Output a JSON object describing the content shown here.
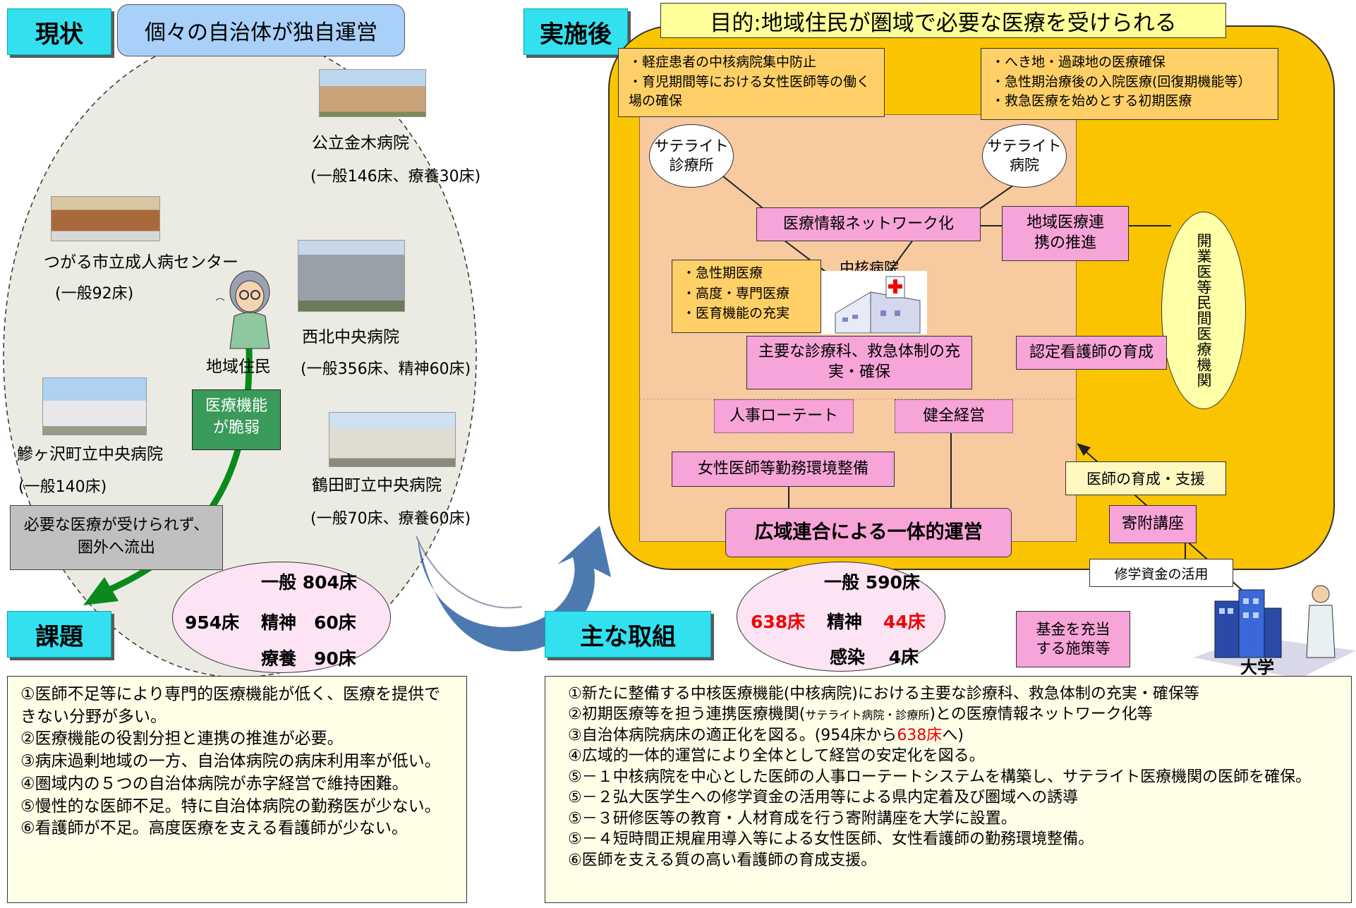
{
  "left": {
    "current_tag": "現状",
    "current_title": "個々の自治体が独自運営",
    "hospitals": [
      {
        "name": "公立金木病院",
        "beds": "(一般146床、療養30床)"
      },
      {
        "name": "つがる市立成人病センター",
        "beds": "(一般92床)"
      },
      {
        "name": "西北中央病院",
        "beds": "(一般356床、精神60床)"
      },
      {
        "name": "鰺ヶ沢町立中央病院",
        "beds": "(一般140床)"
      },
      {
        "name": "鶴田町立中央病院",
        "beds": "(一般70床、療養60床)"
      }
    ],
    "resident_label": "地域住民",
    "weak_label": "医療機能\nが脆弱",
    "outflow_label": "必要な医療が受けられず、\n圏外へ流出",
    "beds_summary": {
      "general": "一般 804床",
      "total": "954床",
      "psych": "精神　60床",
      "care": "療養　90床"
    },
    "issues_tag": "課題",
    "issues": [
      "①医師不足等により専門的医療機能が低く、医療を提供できない分野が多い。",
      "②医療機能の役割分担と連携の推進が必要。",
      "③病床過剰地域の一方、自治体病院の病床利用率が低い。",
      "④圏域内の５つの自治体病院が赤字経営で維持困難。",
      "⑤慢性的な医師不足。特に自治体病院の勤務医が少ない。",
      "⑥看護師が不足。高度医療を支える看護師が少ない。"
    ]
  },
  "right": {
    "after_tag": "実施後",
    "purpose": "目的:地域住民が圏域で必要な医療を受けられる",
    "goals_left": [
      "・軽症患者の中核病院集中防止",
      "・育児期間等における女性医師等の働く場の確保"
    ],
    "goals_right": [
      "・へき地・過疎地の医療確保",
      "・急性期治療後の入院医療(回復期機能等）",
      "・救急医療を始めとする初期医療"
    ],
    "satellite_clinic": "サテライト\n診療所",
    "satellite_hospital": "サテライト\n病院",
    "network": "医療情報ネットワーク化",
    "regional_coop": "地域医療連\n携の推進",
    "private": "開業医等民間医療機関",
    "acute": [
      "・急性期医療",
      "・高度・専門医療",
      "・医育機能の充実"
    ],
    "core_hospital": "中核病院",
    "core_depts": "主要な診療科、救急体制の充\n実・確保",
    "nurse": "認定看護師の育成",
    "rotation": "人事ローテート",
    "sound_mgmt": "健全経営",
    "female_env": "女性医師等勤務環境整備",
    "integrated": "広域連合による一体的運営",
    "doctor_support": "医師の育成・支援",
    "endowed": "寄附講座",
    "scholarship": "修学資金の活用",
    "university": "大学",
    "fund": "基金を充当\nする施策等",
    "beds_after": {
      "general": "一般 590床",
      "total": "638床",
      "psych_label": "精神",
      "psych_value": "44床",
      "infect": "感染　 4床"
    },
    "measures_tag": "主な取組",
    "measures": [
      {
        "pre": "①新たに整備する中核医療機能(中核病院)における主要な診療科、救急体制の充実・確保等"
      },
      {
        "pre": "②初期医療等を担う連携医療機関(",
        "small": "サテライト病院・診療所",
        "post": ")との医療情報ネットワーク化等"
      },
      {
        "pre": "③自治体病院病床の適正化を図る。(954床から",
        "red": "638床",
        "post": "へ)"
      },
      {
        "pre": "④広域的一体的運営により全体として経営の安定化を図る。"
      },
      {
        "pre": "⑤－１中核病院を中心とした医師の人事ローテートシステムを構築し、サテライト医療機関の医師を確保。"
      },
      {
        "pre": "⑤－２弘大医学生への修学資金の活用等による県内定着及び圏域への誘導"
      },
      {
        "pre": "⑤－３研修医等の教育・人材育成を行う寄附講座を大学に設置。"
      },
      {
        "pre": "⑤－４短時間正規雇用導入等による女性医師、女性看護師の勤務環境整備。"
      },
      {
        "pre": "⑥医師を支える質の高い看護師の育成支援。"
      }
    ]
  }
}
